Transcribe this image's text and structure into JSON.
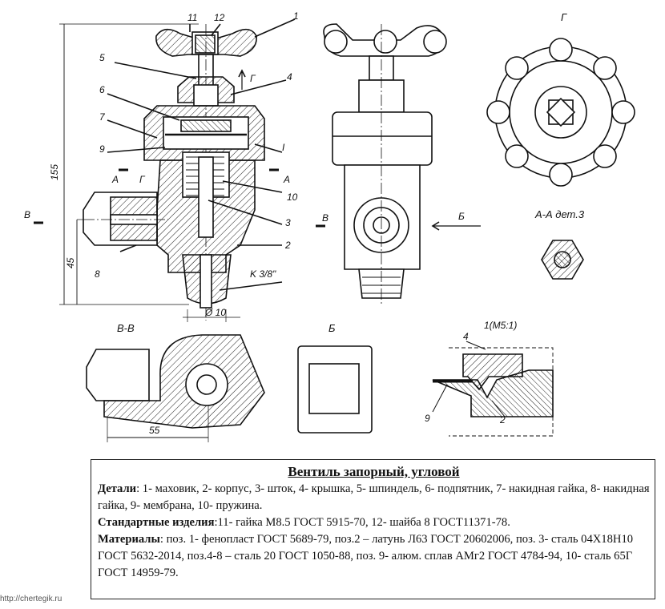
{
  "drawing": {
    "labels": {
      "n1": "1",
      "n2": "2",
      "n3": "3",
      "n4": "4",
      "n5": "5",
      "n6": "6",
      "n7": "7",
      "n8": "8",
      "n9": "9",
      "n10": "10",
      "n11": "11",
      "n12": "12",
      "nI": "I",
      "dim155": "155",
      "dim45": "45",
      "dim_d10": "Ø 10",
      "dim55": "55",
      "thread": "K 3/8\"",
      "sec_A1": "A",
      "sec_A2": "A",
      "sec_V1": "В",
      "sec_V2": "В",
      "sec_G1": "Г",
      "sec_G2": "Г",
      "sec_B": "Б",
      "view_G": "Г",
      "view_AA": "А-А дет.3",
      "view_VV": "В-В",
      "view_B": "Б",
      "detail1": "1(M5:1)",
      "d4": "4",
      "d9": "9",
      "d2": "2"
    }
  },
  "spec": {
    "title": "Вентиль запорный, угловой",
    "details_label": "Детали",
    "details_text": ": 1- маховик, 2- корпус, 3- шток, 4- крышка, 5- шпиндель, 6- подпятник, 7- накидная гайка, 8- накидная гайка, 9- мембрана, 10- пружина.",
    "standard_label": "Стандартные изделия",
    "standard_text": ":11- гайка М8.5 ГОСТ 5915-70, 12- шайба 8 ГОСТ11371-78.",
    "materials_label": "Материалы",
    "materials_text": ": поз. 1- фенопласт ГОСТ 5689-79, поз.2 – латунь Л63 ГОСТ 20602006, поз. 3- сталь 04Х18Н10 ГОСТ 5632-2014, поз.4-8 – сталь 20 ГОСТ 1050-88, поз. 9- алюм. сплав АМг2 ГОСТ 4784-94, 10- сталь 65Г ГОСТ 14959-79."
  },
  "footer": {
    "url": "http://chertegik.ru"
  }
}
